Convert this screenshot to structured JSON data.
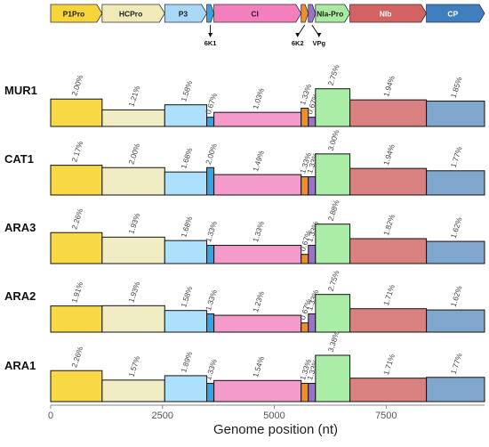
{
  "chart_data": {
    "type": "bar",
    "xlabel": "Genome position (nt)",
    "xlim": [
      0,
      9700
    ],
    "x_ticks": [
      "0",
      "2500",
      "5000",
      "7500"
    ],
    "x_tick_values": [
      0,
      2500,
      5000,
      7500
    ],
    "grid": false,
    "genome_map": {
      "proteins": [
        {
          "name": "P1Pro",
          "start": 0,
          "end": 1150,
          "color": "#f7d43a",
          "show_label": true
        },
        {
          "name": "HCPro",
          "start": 1150,
          "end": 2550,
          "color": "#efeab8",
          "show_label": true
        },
        {
          "name": "P3",
          "start": 2550,
          "end": 3490,
          "color": "#a8d8f6",
          "show_label": true
        },
        {
          "name": "6K1",
          "start": 3490,
          "end": 3650,
          "color": "#3aa2e0",
          "show_label": false
        },
        {
          "name": "CI",
          "start": 3650,
          "end": 5600,
          "color": "#f37fbf",
          "show_label": true
        },
        {
          "name": "6K2",
          "start": 5600,
          "end": 5760,
          "color": "#ef8f2c",
          "show_label": false
        },
        {
          "name": "VPg",
          "start": 5760,
          "end": 5920,
          "color": "#9b74c9",
          "show_label": false
        },
        {
          "name": "NIa-Pro",
          "start": 5920,
          "end": 6690,
          "color": "#a8eba0",
          "show_label": true
        },
        {
          "name": "NIb",
          "start": 6690,
          "end": 8400,
          "color": "#d36263",
          "show_label": true
        },
        {
          "name": "CP",
          "start": 8400,
          "end": 9700,
          "color": "#3f7fbf",
          "show_label": true
        }
      ],
      "callouts": [
        "6K1",
        "6K2",
        "VPg"
      ]
    },
    "segments": [
      {
        "name": "P1Pro",
        "start": 0,
        "end": 1150,
        "color": "#f8d844"
      },
      {
        "name": "HCPro",
        "start": 1150,
        "end": 2550,
        "color": "#f0ecc4"
      },
      {
        "name": "P3",
        "start": 2550,
        "end": 3490,
        "color": "#ace0fb"
      },
      {
        "name": "6K1",
        "start": 3490,
        "end": 3650,
        "color": "#3aa2e0"
      },
      {
        "name": "CI",
        "start": 3650,
        "end": 5600,
        "color": "#f59bcc"
      },
      {
        "name": "6K2",
        "start": 5600,
        "end": 5760,
        "color": "#ef8f2c"
      },
      {
        "name": "VPg",
        "start": 5760,
        "end": 5920,
        "color": "#9b74c9"
      },
      {
        "name": "NIa-Pro",
        "start": 5920,
        "end": 6690,
        "color": "#a9eda6"
      },
      {
        "name": "NIb",
        "start": 6690,
        "end": 8400,
        "color": "#d98080"
      },
      {
        "name": "CP",
        "start": 8400,
        "end": 9700,
        "color": "#7fa6cc"
      }
    ],
    "bar_max_value": 3.38,
    "series": [
      {
        "name": "MUR1",
        "values": [
          2.0,
          1.21,
          1.58,
          0.67,
          1.03,
          1.33,
          0.67,
          2.75,
          1.94,
          1.85
        ],
        "labels": [
          "2.00%",
          "1.21%",
          "1.58%",
          "0.67%",
          "1.03%",
          "1.33%",
          "0.67%",
          "2.75%",
          "1.94%",
          "1.85%"
        ]
      },
      {
        "name": "CAT1",
        "values": [
          2.17,
          2.0,
          1.68,
          2.0,
          1.49,
          1.33,
          1.33,
          3.0,
          1.94,
          1.77
        ],
        "labels": [
          "2.17%",
          "2.00%",
          "1.68%",
          "2.00%",
          "1.49%",
          "1.33%",
          "1.33%",
          "3.00%",
          "1.94%",
          "1.77%"
        ]
      },
      {
        "name": "ARA3",
        "values": [
          2.26,
          1.93,
          1.68,
          1.33,
          1.33,
          0.67,
          1.33,
          2.88,
          1.82,
          1.62
        ],
        "labels": [
          "2.26%",
          "1.93%",
          "1.68%",
          "1.33%",
          "1.33%",
          "0.67%",
          "1.33%",
          "2.88%",
          "1.82%",
          "1.62%"
        ]
      },
      {
        "name": "ARA2",
        "values": [
          1.91,
          1.93,
          1.58,
          1.33,
          1.23,
          0.67,
          1.33,
          2.75,
          1.71,
          1.62
        ],
        "labels": [
          "1.91%",
          "1.93%",
          "1.58%",
          "1.33%",
          "1.23%",
          "0.67%",
          "1.33%",
          "2.75%",
          "1.71%",
          "1.62%"
        ]
      },
      {
        "name": "ARA1",
        "values": [
          2.26,
          1.57,
          1.89,
          1.33,
          1.54,
          1.33,
          1.33,
          3.38,
          1.71,
          1.77
        ],
        "labels": [
          "2.26%",
          "1.57%",
          "1.89%",
          "1.33%",
          "1.54%",
          "1.33%",
          "1.33%",
          "3.38%",
          "1.71%",
          "1.77%"
        ]
      }
    ]
  }
}
